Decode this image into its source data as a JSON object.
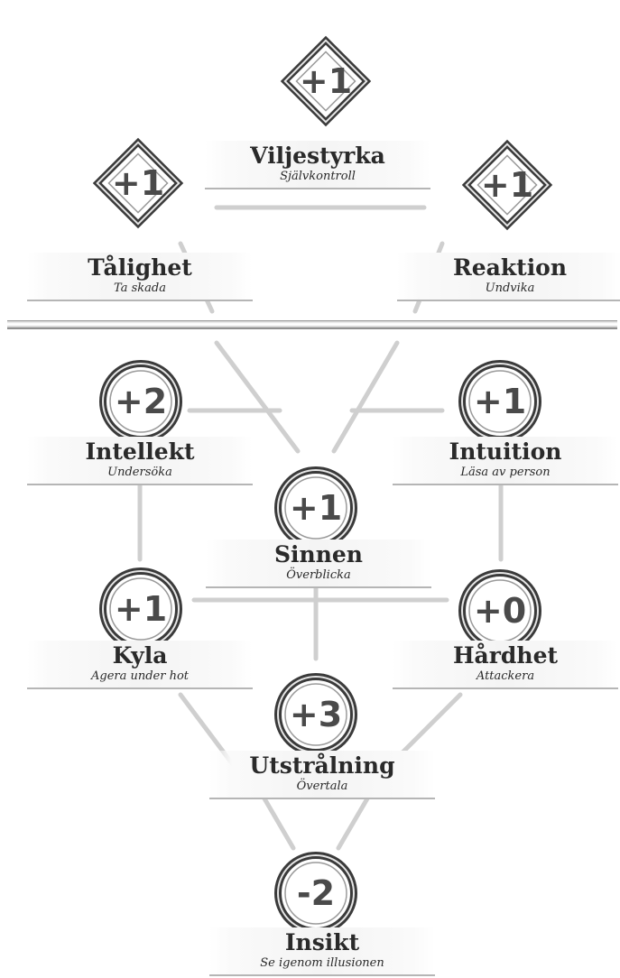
{
  "colors": {
    "ink": "#2a2a2a",
    "ring": "#3a3a3a",
    "line": "#d0d0d0"
  },
  "top_stats": [
    {
      "id": "viljestyrka",
      "name": "Viljestyrka",
      "move": "Självkontroll",
      "value": "+1",
      "shape": "diamond"
    },
    {
      "id": "talighet",
      "name": "Tålighet",
      "move": "Ta skada",
      "value": "+1",
      "shape": "diamond"
    },
    {
      "id": "reaktion",
      "name": "Reaktion",
      "move": "Undvika",
      "value": "+1",
      "shape": "diamond"
    }
  ],
  "bottom_stats": [
    {
      "id": "intellekt",
      "name": "Intellekt",
      "move": "Undersöka",
      "value": "+2",
      "shape": "circle"
    },
    {
      "id": "intuition",
      "name": "Intuition",
      "move": "Läsa av person",
      "value": "+1",
      "shape": "circle"
    },
    {
      "id": "sinnen",
      "name": "Sinnen",
      "move": "Överblicka",
      "value": "+1",
      "shape": "circle"
    },
    {
      "id": "kyla",
      "name": "Kyla",
      "move": "Agera under hot",
      "value": "+1",
      "shape": "circle"
    },
    {
      "id": "hardhet",
      "name": "Hårdhet",
      "move": "Attackera",
      "value": "+0",
      "shape": "circle"
    },
    {
      "id": "utstralning",
      "name": "Utstrålning",
      "move": "Övertala",
      "value": "+3",
      "shape": "circle"
    },
    {
      "id": "insikt",
      "name": "Insikt",
      "move": "Se igenom illusionen",
      "value": "-2",
      "shape": "circle"
    }
  ]
}
